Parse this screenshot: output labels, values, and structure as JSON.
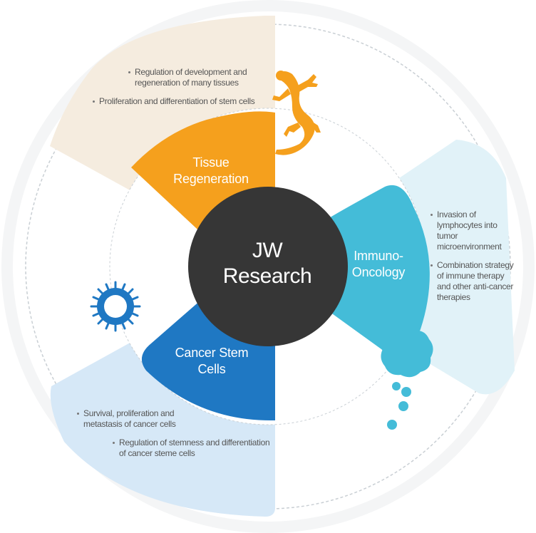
{
  "center": {
    "line1": "JW",
    "line2": "Research"
  },
  "segments": {
    "tissue": {
      "title_line1": "Tissue",
      "title_line2": "Regeneration",
      "color": "#f5a01d",
      "panel_color": "#f5ecdf",
      "bullets": [
        "Regulation of development and regeneration of many tissues",
        "Proliferation and differentiation of stem cells"
      ]
    },
    "immuno": {
      "title_line1": "Immuno-",
      "title_line2": "Oncology",
      "color": "#44bcd8",
      "panel_color": "#e1f2f8",
      "bullets": [
        "Invasion of lymphocytes into tumor microenvironment",
        "Combination strategy of immune therapy and other anti-cancer therapies"
      ]
    },
    "cancer": {
      "title_line1": "Cancer Stem",
      "title_line2": "Cells",
      "color": "#1f78c3",
      "panel_color": "#d6e8f7",
      "bullets": [
        "Survival, proliferation and metastasis of cancer cells",
        "Regulation of stemness and differentiation of cancer steme cells"
      ]
    }
  },
  "center_color": "#363636",
  "icons": [
    "gecko-icon",
    "tumor-cell-icon",
    "cancer-stem-cell-icon"
  ]
}
